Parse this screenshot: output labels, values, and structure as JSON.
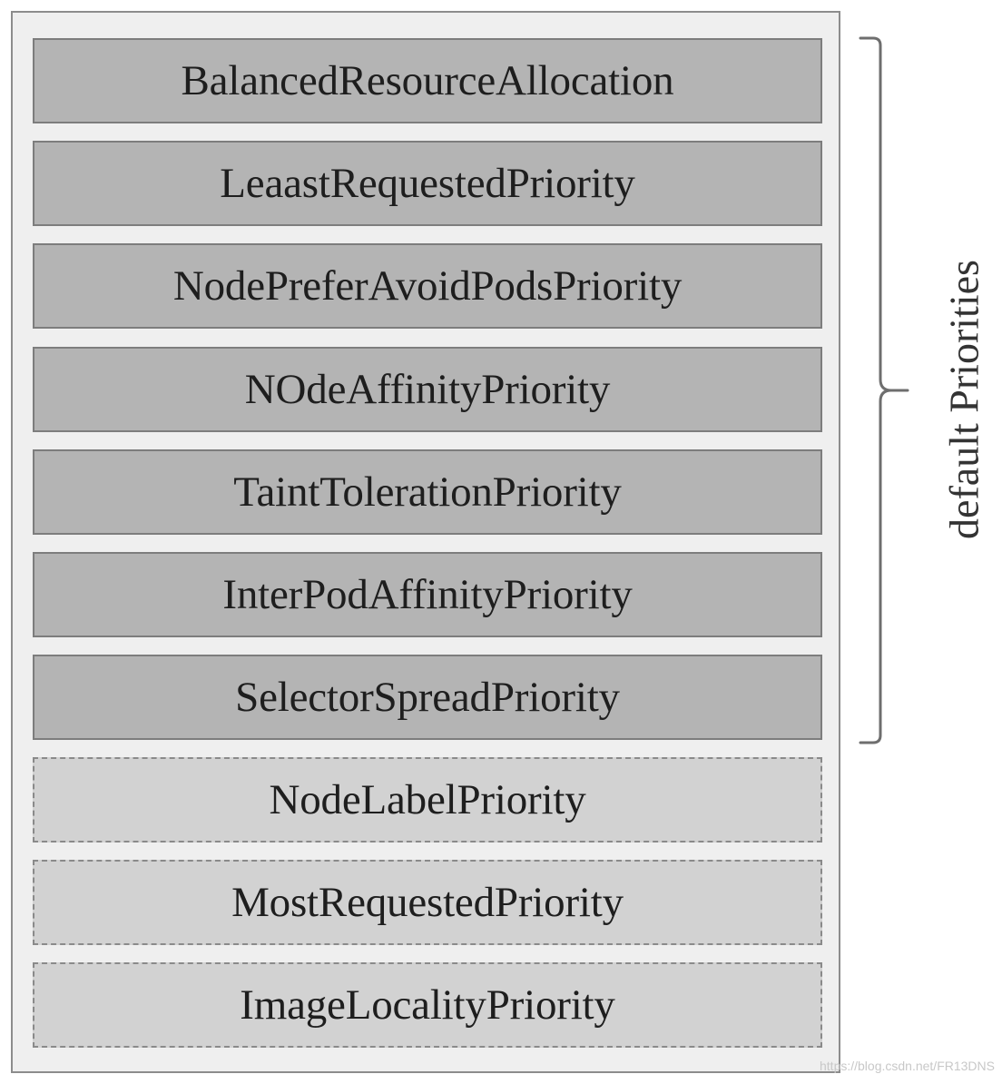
{
  "diagram": {
    "default_priorities": [
      "BalancedResourceAllocation",
      "LeaastRequestedPriority",
      "NodePreferAvoidPodsPriority",
      "NOdeAffinityPriority",
      "TaintTolerationPriority",
      "InterPodAffinityPriority",
      "SelectorSpreadPriority"
    ],
    "optional_priorities": [
      "NodeLabelPriority",
      "MostRequestedPriority",
      "ImageLocalityPriority"
    ],
    "brace_label": "default Priorities",
    "watermark": "https://blog.csdn.net/FR13DNS"
  }
}
